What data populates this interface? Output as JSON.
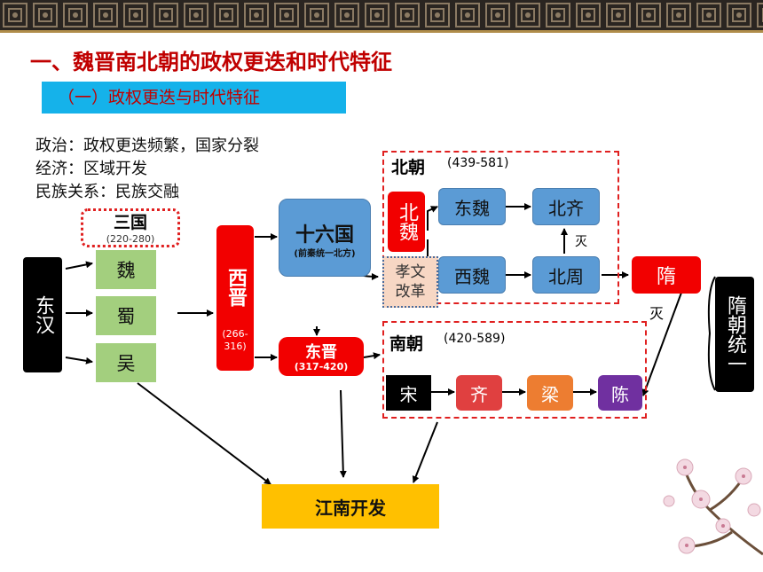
{
  "title": "一、魏晋南北朝的政权更迭和时代特征",
  "subtitle": "（一）政权更迭与时代特征",
  "info": [
    "政治：政权更迭频繁，国家分裂",
    "经济：区域开发",
    "民族关系：民族交融"
  ],
  "nodes": {
    "donghan": "东汉",
    "sanguo_title": "三国",
    "sanguo_years": "(220-280)",
    "wei": "魏",
    "shu": "蜀",
    "wu": "吴",
    "xijin": "西晋",
    "xijin_years": "(266-316)",
    "shiliuguo": "十六国",
    "shiliuguo_note": "(前秦统一北方)",
    "dongjin": "东晋",
    "dongjin_years": "(317-420)",
    "beichao_title": "北朝",
    "beichao_years": "(439-581)",
    "beiwei": "北魏",
    "xiaowen": "孝文改革",
    "dongwei": "东魏",
    "xiwei": "西魏",
    "beiqi": "北齐",
    "beizhou": "北周",
    "mie1": "灭",
    "sui": "隋",
    "mie2": "灭",
    "suitongyi": "隋朝统一",
    "nanchao_title": "南朝",
    "nanchao_years": "(420-589)",
    "song": "宋",
    "qi": "齐",
    "liang": "梁",
    "chen": "陈",
    "jiangnan": "江南开发"
  },
  "colors": {
    "title": "#c00000",
    "subtitle_bg": "#15b2ea",
    "red": "#f20000",
    "green": "#a3cf7e",
    "blue": "#5b9bd5",
    "yellow": "#ffc000",
    "purple": "#7030a0",
    "orange": "#ed7d31"
  }
}
